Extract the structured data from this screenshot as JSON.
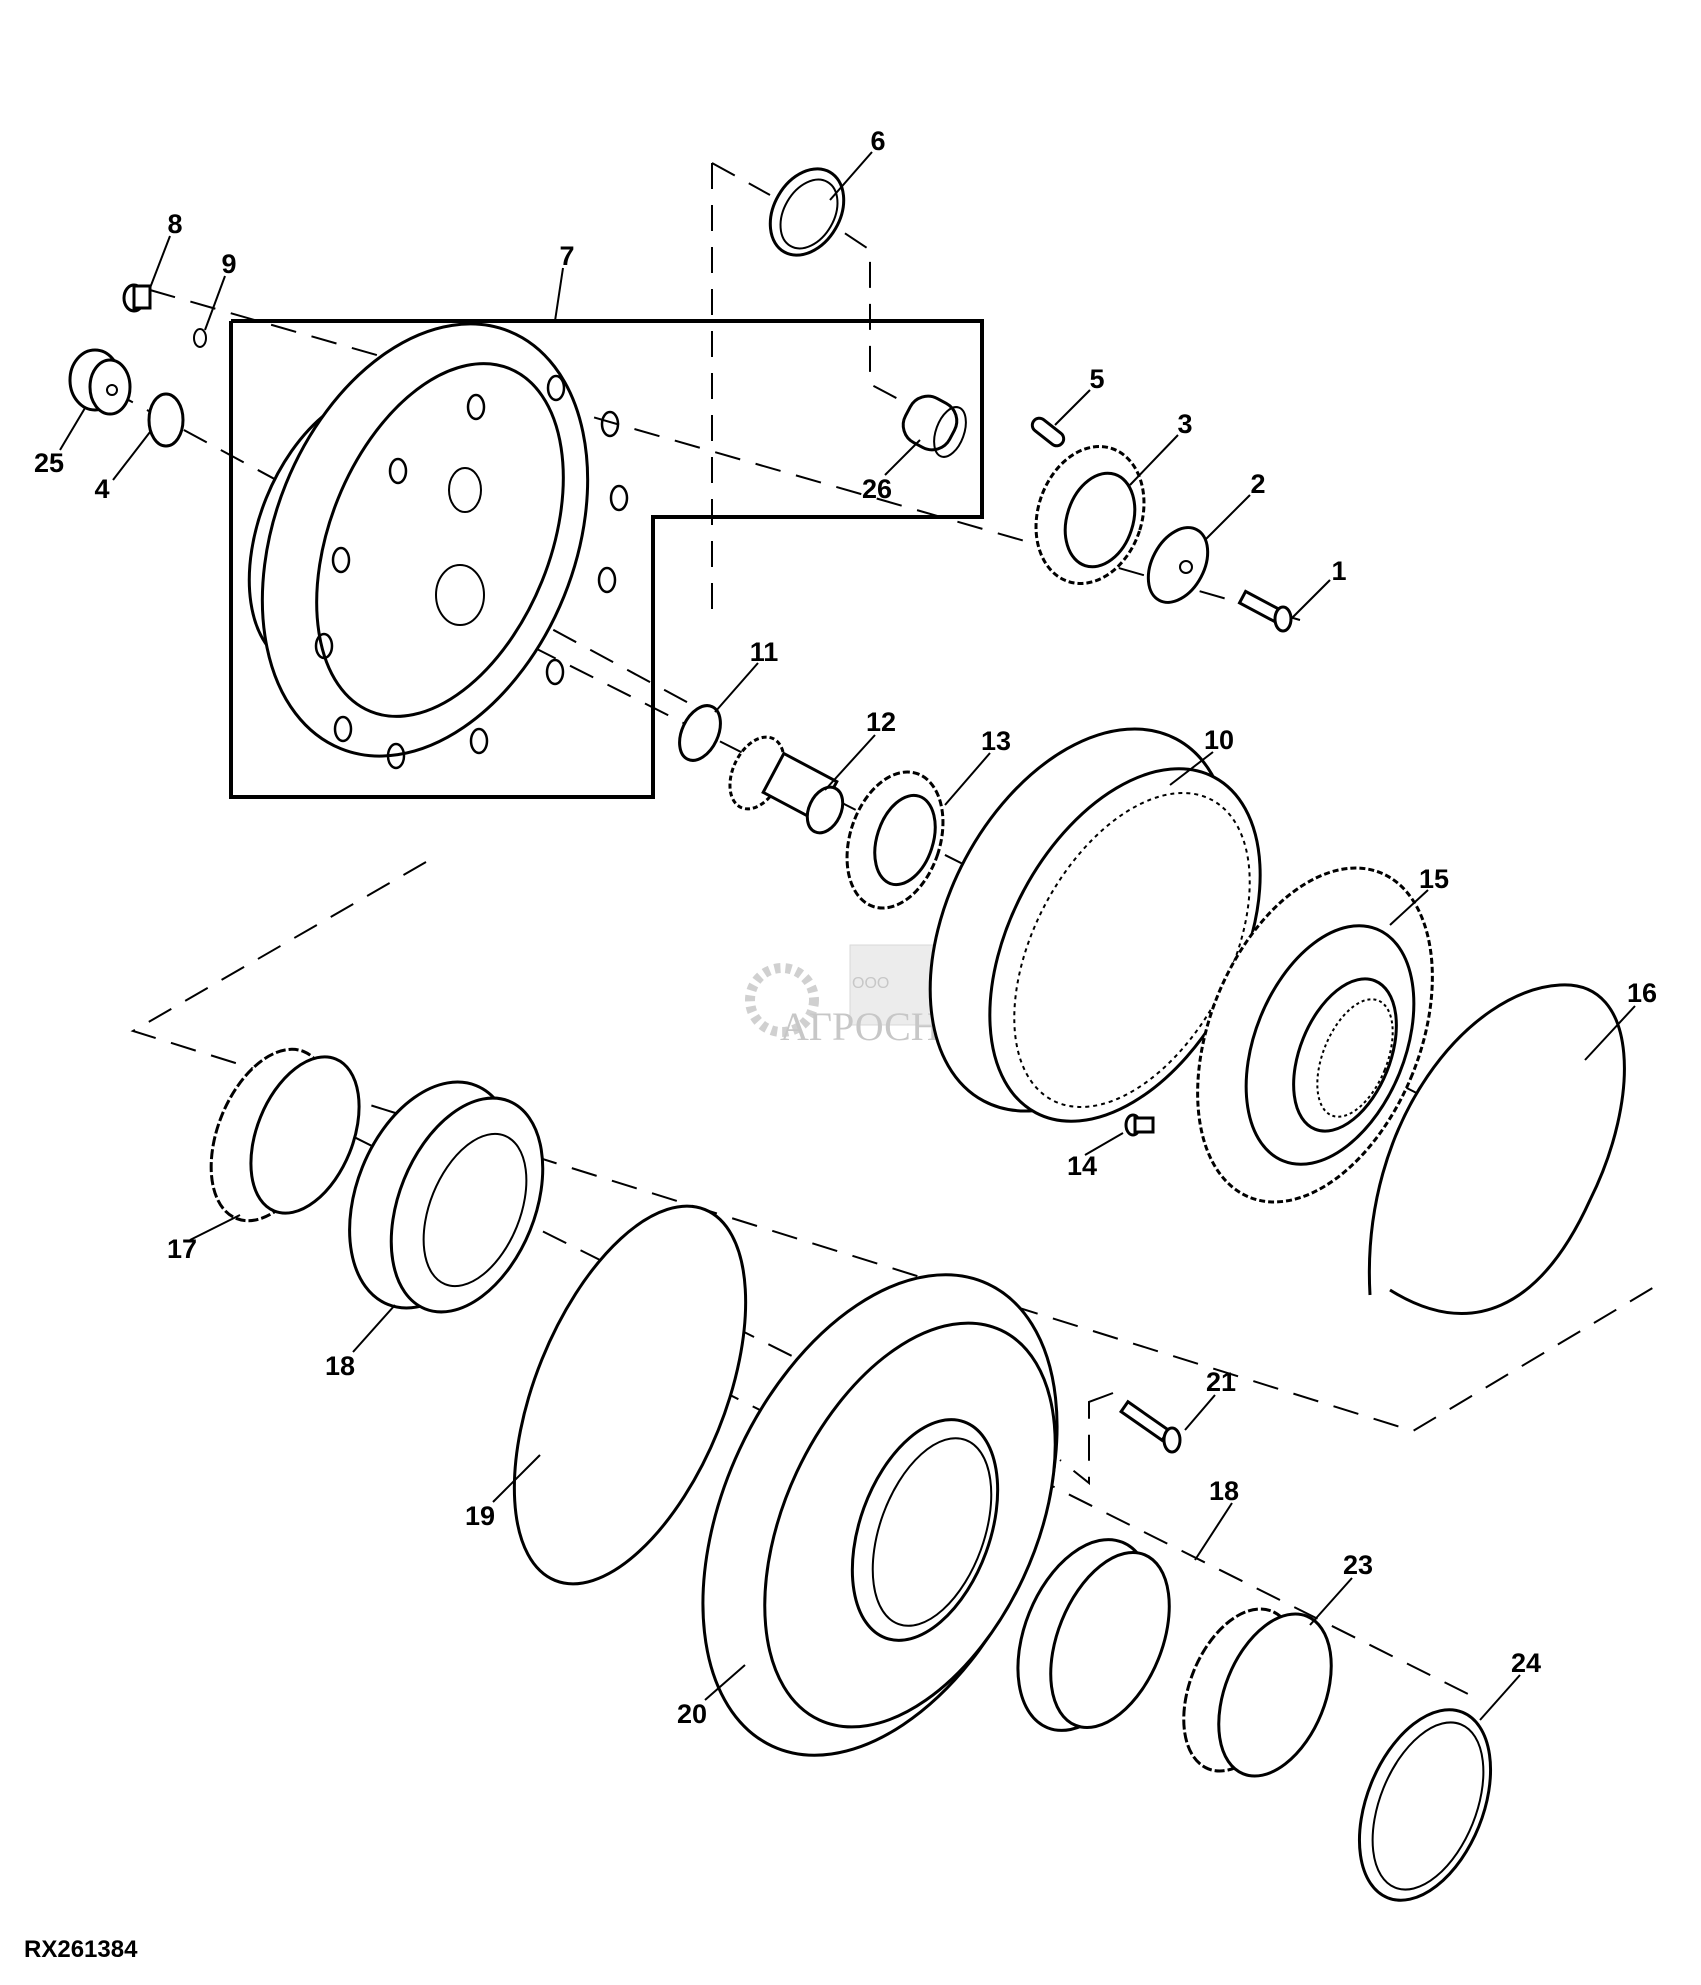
{
  "figure_id": "RX261384",
  "watermark": {
    "prefix": "ООО",
    "name": "АГРОСНАБ"
  },
  "callouts": [
    {
      "id": "1",
      "part": "bolt"
    },
    {
      "id": "2",
      "part": "washer"
    },
    {
      "id": "3",
      "part": "gear"
    },
    {
      "id": "4",
      "part": "o-ring"
    },
    {
      "id": "5",
      "part": "pin"
    },
    {
      "id": "6",
      "part": "seal"
    },
    {
      "id": "7",
      "part": "planet-carrier-assembly"
    },
    {
      "id": "8",
      "part": "plug"
    },
    {
      "id": "9",
      "part": "o-ring-small"
    },
    {
      "id": "10",
      "part": "ring-gear"
    },
    {
      "id": "11",
      "part": "snap-ring"
    },
    {
      "id": "12",
      "part": "pinion-shaft"
    },
    {
      "id": "13",
      "part": "planet-gear"
    },
    {
      "id": "14",
      "part": "screw"
    },
    {
      "id": "15",
      "part": "ring-gear-hub"
    },
    {
      "id": "16",
      "part": "retaining-ring"
    },
    {
      "id": "17",
      "part": "cone-bearing"
    },
    {
      "id": "18",
      "part": "bearing-cup"
    },
    {
      "id": "19",
      "part": "o-ring-large"
    },
    {
      "id": "20",
      "part": "wheel-hub"
    },
    {
      "id": "21",
      "part": "cap-screw"
    },
    {
      "id": "18",
      "part": "bearing-cup-outer"
    },
    {
      "id": "23",
      "part": "cone-bearing-outer"
    },
    {
      "id": "24",
      "part": "seal-outer"
    },
    {
      "id": "25",
      "part": "cover"
    },
    {
      "id": "26",
      "part": "bushing"
    }
  ]
}
